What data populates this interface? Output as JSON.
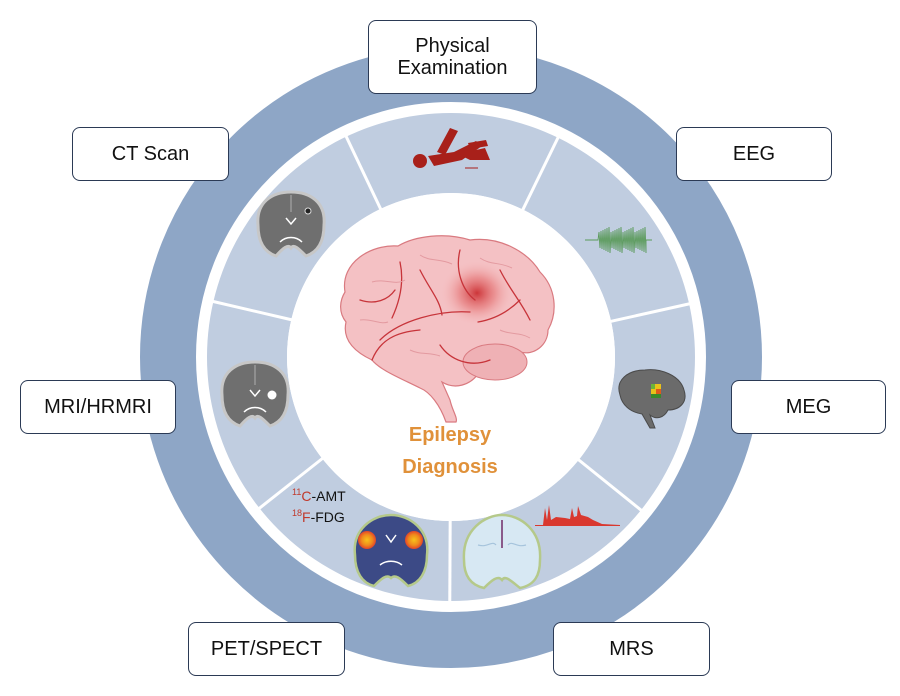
{
  "diagram": {
    "center": {
      "title_line1": "Epilepsy",
      "title_line2": "Diagnosis",
      "title_color": "#e0913a",
      "image": "brain-with-epileptic-focus-icon"
    },
    "methods": [
      {
        "id": "physical",
        "label": "Physical\nExamination",
        "icon": "seizure-person-icon"
      },
      {
        "id": "eeg",
        "label": "EEG",
        "icon": "eeg-waveform-icon"
      },
      {
        "id": "meg",
        "label": "MEG",
        "icon": "meg-brain-activation-icon"
      },
      {
        "id": "mrs",
        "label": "MRS",
        "icon": "mrs-spectrum-brain-icon"
      },
      {
        "id": "pet",
        "label": "PET/SPECT",
        "icon": "pet-brain-scan-icon"
      },
      {
        "id": "mri",
        "label": "MRI/HRMRI",
        "icon": "mri-brain-slice-icon"
      },
      {
        "id": "ct",
        "label": "CT Scan",
        "icon": "ct-brain-slice-icon"
      }
    ],
    "pet_tracers": [
      {
        "isotope_mass": "11",
        "isotope_symbol": "C",
        "compound": "-AMT"
      },
      {
        "isotope_mass": "18",
        "isotope_symbol": "F",
        "compound": "-FDG"
      }
    ],
    "colors": {
      "outer_ring": "#8ea6c6",
      "segments": "#c0cde0",
      "divider": "#ffffff",
      "box_border": "#2b3a55",
      "accent_red": "#a8201a",
      "isotope_red": "#c0392b"
    }
  }
}
